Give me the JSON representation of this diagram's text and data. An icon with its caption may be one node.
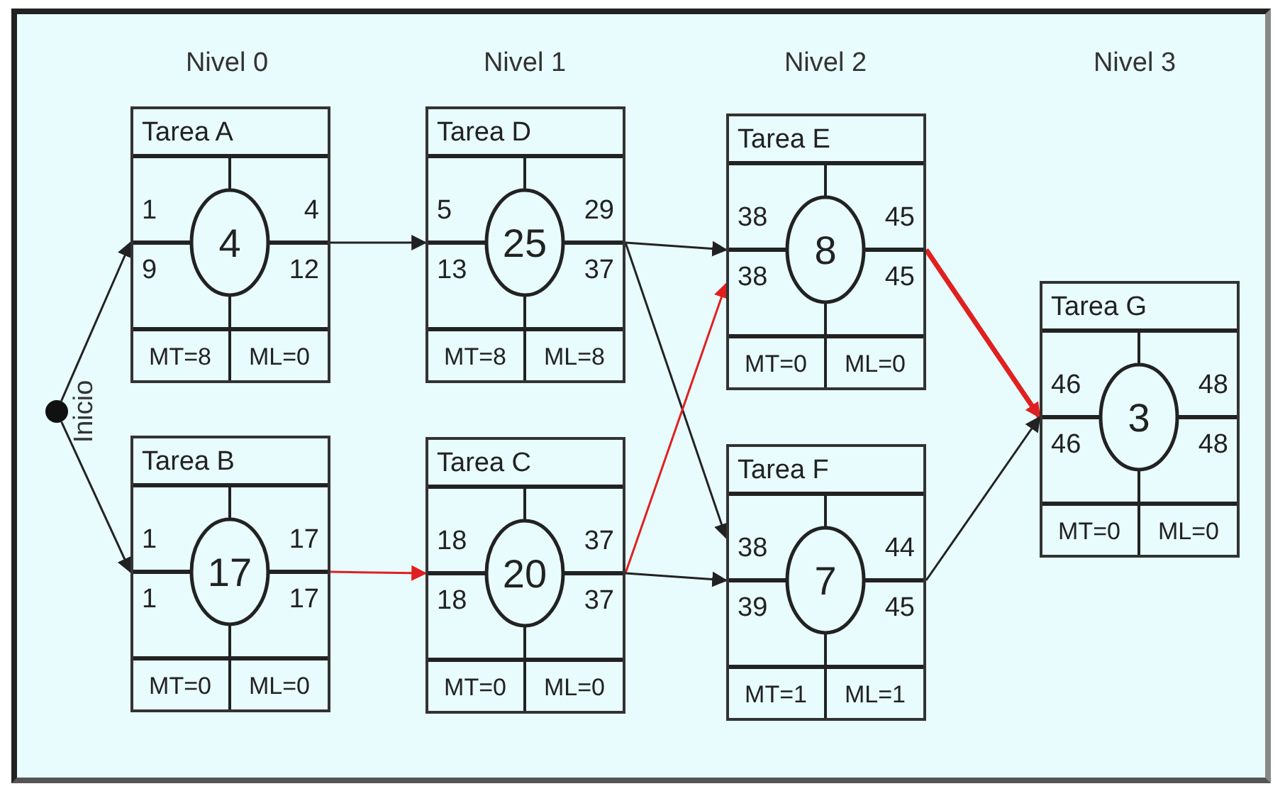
{
  "diagram": {
    "nodes": [
      {
        "text": [],
        "shape": "circle",
        "beside": [
          "Inicio"
        ]
      },
      {
        "text": [
          "Tarea A",
          "1",
          "4",
          "4",
          "9",
          "12",
          "MT=8",
          "ML=0"
        ]
      },
      {
        "text": [
          "Tarea B",
          "1",
          "17",
          "17",
          "1",
          "17",
          "MT=0",
          "ML=0"
        ]
      },
      {
        "text": [
          "Tarea D",
          "5",
          "29",
          "25",
          "13",
          "37",
          "MT=8",
          "ML=8"
        ]
      },
      {
        "text": [
          "Tarea C",
          "18",
          "37",
          "20",
          "18",
          "37",
          "MT=0",
          "ML=0"
        ]
      },
      {
        "text": [
          "Tarea E",
          "38",
          "45",
          "8",
          "38",
          "45",
          "MT=0",
          "ML=0"
        ]
      },
      {
        "text": [
          "Tarea F",
          "38",
          "44",
          "7",
          "39",
          "45",
          "MT=1",
          "ML=1"
        ]
      },
      {
        "text": [
          "Tarea G",
          "46",
          "48",
          "3",
          "46",
          "48",
          "MT=0",
          "ML=0"
        ]
      }
    ],
    "edges": [
      {
        "from": 0,
        "to": 1,
        "arrow": "to"
      },
      {
        "from": 0,
        "to": 2,
        "arrow": "to"
      },
      {
        "from": 1,
        "to": 3,
        "arrow": "to"
      },
      {
        "from": 2,
        "to": 4,
        "arrow": "to",
        "color": "#e02020"
      },
      {
        "from": 3,
        "to": 5,
        "arrow": "to"
      },
      {
        "from": 3,
        "to": 6,
        "arrow": "to"
      },
      {
        "from": 4,
        "to": 5,
        "arrow": "to",
        "color": "#e02020"
      },
      {
        "from": 4,
        "to": 6,
        "arrow": "to"
      },
      {
        "from": 5,
        "to": 7,
        "arrow": "to",
        "style": "thick",
        "color": "#e02020"
      },
      {
        "from": 6,
        "to": 7,
        "arrow": "to"
      }
    ],
    "labels": [
      "Nivel 0",
      "Nivel 1",
      "Nivel 2",
      "Nivel 3"
    ]
  }
}
